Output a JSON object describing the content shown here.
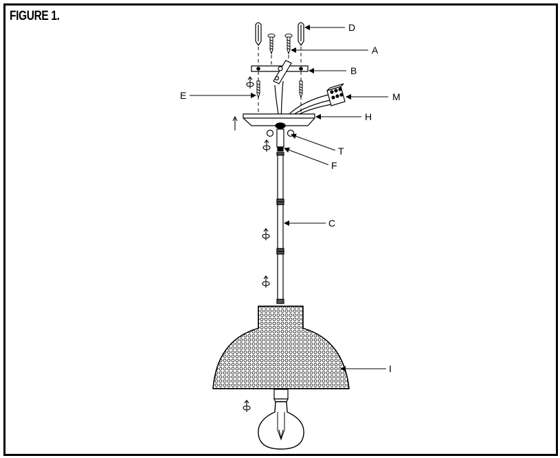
{
  "figure": {
    "title": "FIGURE 1."
  },
  "labels": {
    "A": "A",
    "B": "B",
    "C": "C",
    "D": "D",
    "E": "E",
    "F": "F",
    "H": "H",
    "I": "I",
    "M": "M",
    "T": "T"
  }
}
